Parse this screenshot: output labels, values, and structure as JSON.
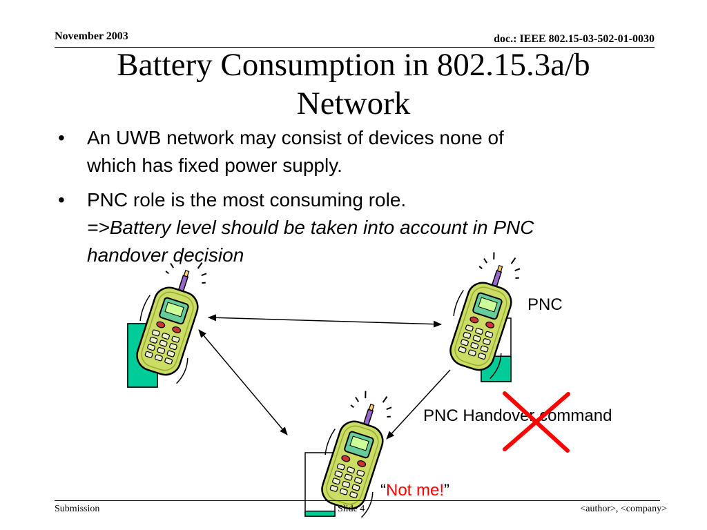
{
  "header": {
    "date": "November 2003",
    "doc": "doc.: IEEE 802.15-03-502-01-0030"
  },
  "title": {
    "line1": "Battery Consumption in 802.15.3a/b",
    "line2": "Network"
  },
  "bullets": [
    {
      "marker": "•",
      "lines": [
        "An UWB network may consist of devices none of",
        "which has fixed power supply."
      ]
    },
    {
      "marker": "•",
      "lines": [
        "PNC role is the most consuming role."
      ],
      "italic_lines": [
        "=>Battery level should be taken into account in PNC",
        "handover decision"
      ]
    }
  ],
  "diagram": {
    "pnc_label": "PNC",
    "command_label": "PNC Handover command",
    "reply_open_quote": "“",
    "reply_text": "Not me!",
    "reply_close_quote": "”",
    "colors": {
      "battery_fill": "#00cc99",
      "phone_body": "#ccdd66",
      "phone_screen": "#66cc99",
      "antenna_tip": "#9966cc",
      "cross": "#ff0000",
      "reply_text": "#ff0000"
    },
    "battery_levels": {
      "left_device": 1.0,
      "pnc_device": 0.4,
      "bottom_device": 0.08
    },
    "icons": [
      "mobile-phone-icon",
      "battery-icon",
      "red-cross-icon"
    ]
  },
  "footer": {
    "left": "Submission",
    "center": "Slide 4",
    "right": "<author>, <company>"
  }
}
